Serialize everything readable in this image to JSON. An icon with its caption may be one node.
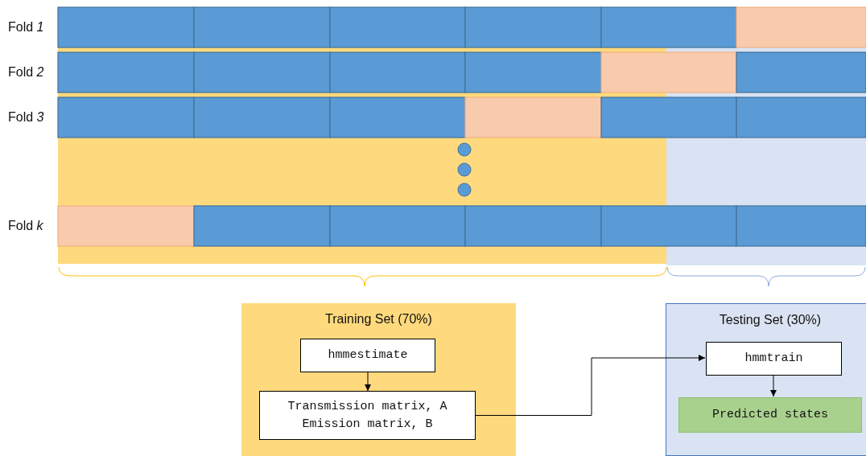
{
  "diagram": {
    "nodes": [
      {
        "text": [
          "Training Set (70%)"
        ]
      },
      {
        "text": [
          "hmmestimate"
        ],
        "in": 0
      },
      {
        "text": [
          "Transmission matrix, A Emission matrix, B"
        ],
        "in": 0
      },
      {
        "text": [
          "Testing Set (30%)"
        ]
      },
      {
        "text": [
          "hmmtrain"
        ],
        "in": 3
      },
      {
        "text": [
          "Predicted states"
        ],
        "in": 3
      }
    ],
    "edges": [
      {
        "from": 1,
        "to": 2,
        "arrow": "to"
      },
      {
        "from": 2,
        "to": 4,
        "arrow": "to"
      },
      {
        "from": 4,
        "to": 5,
        "arrow": "to"
      }
    ],
    "labels": [
      "Fold *1*",
      "Fold *2*",
      "Fold *3*",
      "Fold *k*"
    ]
  }
}
